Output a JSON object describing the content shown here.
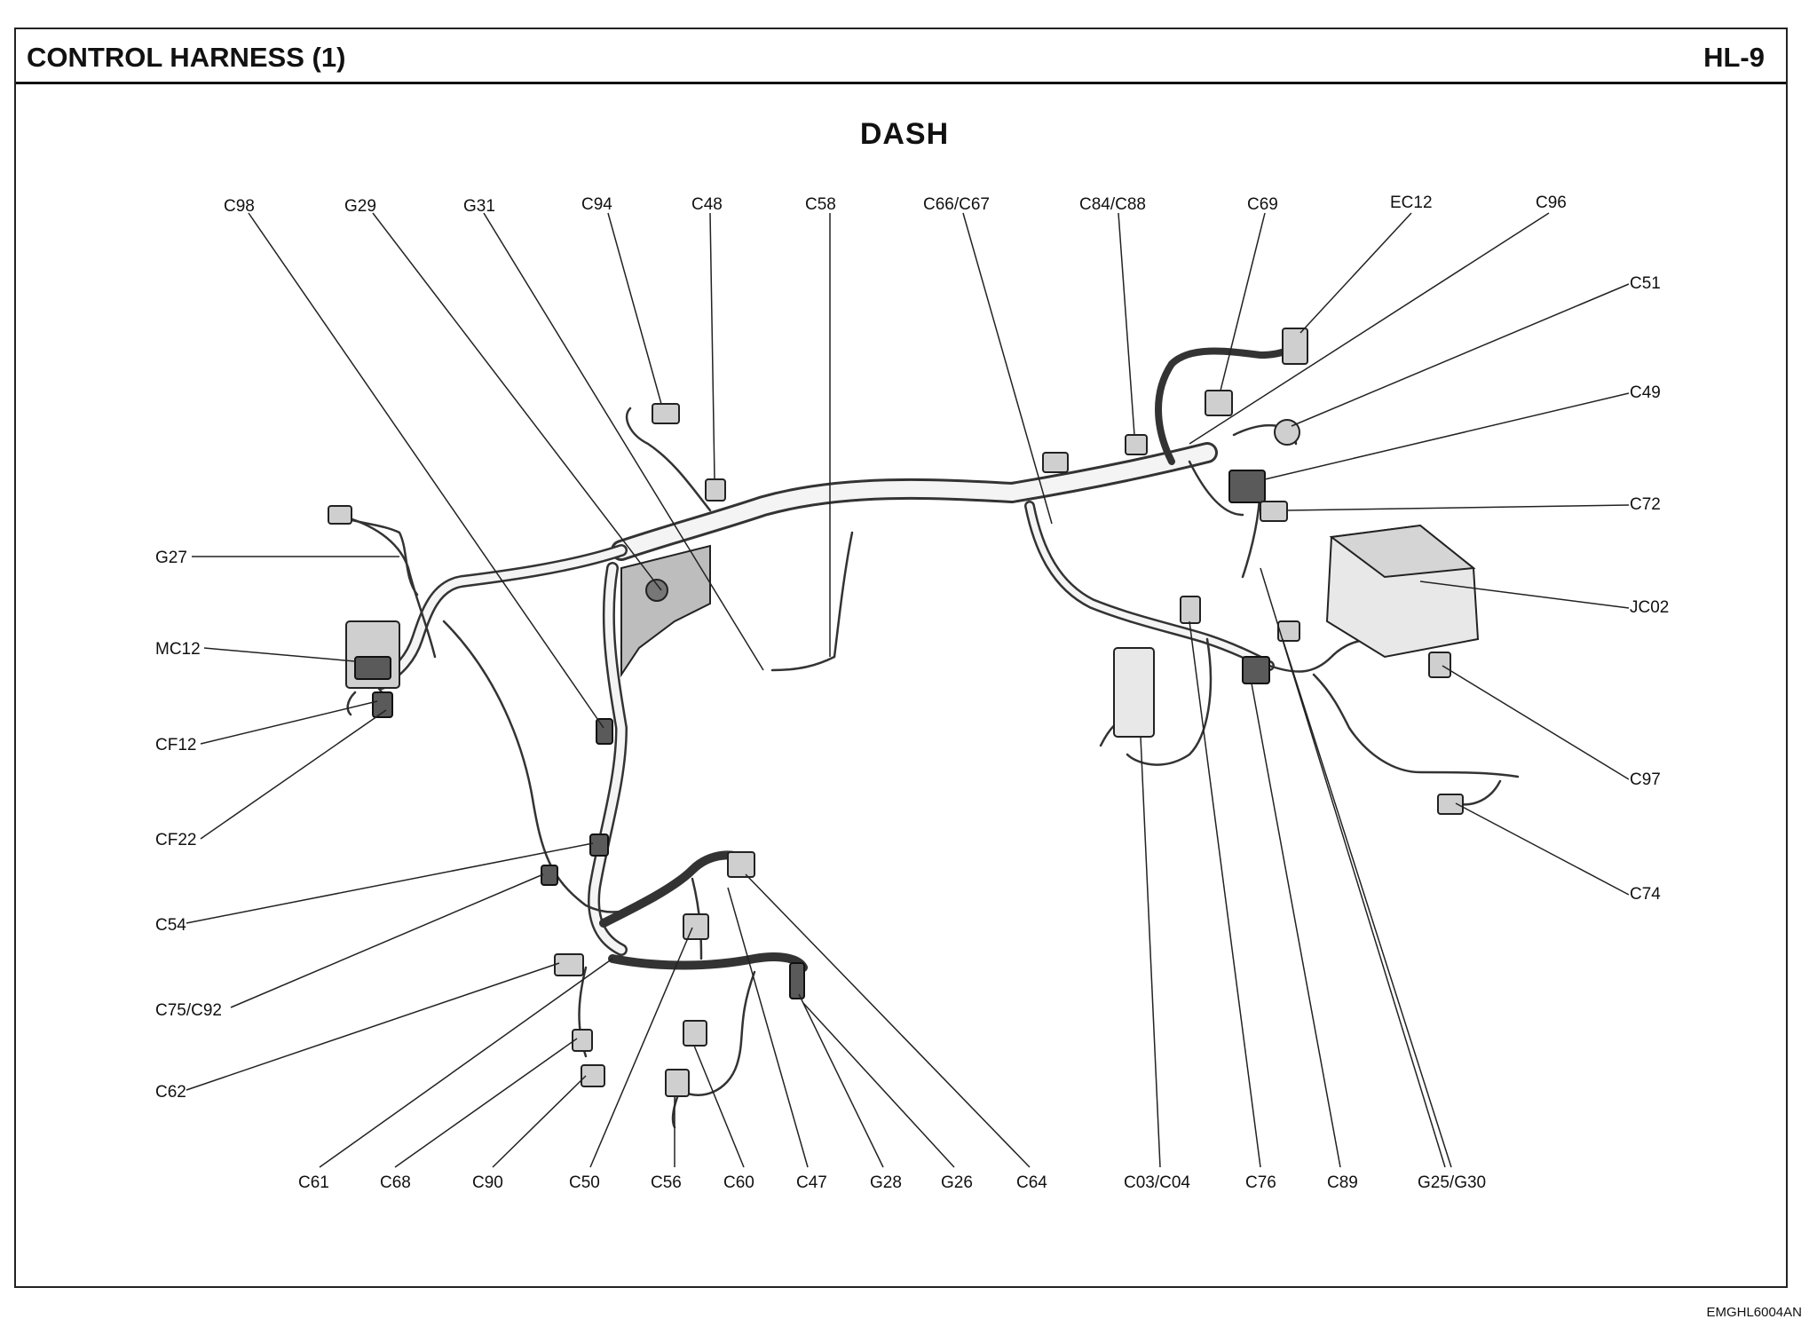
{
  "header": {
    "title": "CONTROL HARNESS (1)",
    "page": "HL-9"
  },
  "view_label": "DASH",
  "footer_code": "EMGHL6004AN",
  "labels": {
    "c98": "C98",
    "g29": "G29",
    "g31": "G31",
    "c94": "C94",
    "c48": "C48",
    "c58": "C58",
    "c66_c67": "C66/C67",
    "c84_c88": "C84/C88",
    "c69": "C69",
    "ec12": "EC12",
    "c96": "C96",
    "c51": "C51",
    "c49": "C49",
    "c72": "C72",
    "jc02": "JC02",
    "c97": "C97",
    "c74": "C74",
    "g27": "G27",
    "mc12": "MC12",
    "cf12": "CF12",
    "cf22": "CF22",
    "c54": "C54",
    "c75_c92": "C75/C92",
    "c62": "C62",
    "c61": "C61",
    "c68": "C68",
    "c90": "C90",
    "c50": "C50",
    "c56": "C56",
    "c60": "C60",
    "c47": "C47",
    "g28": "G28",
    "g26": "G26",
    "c64": "C64",
    "c03_c04": "C03/C04",
    "c76": "C76",
    "c89": "C89",
    "g25_g30": "G25/G30"
  }
}
